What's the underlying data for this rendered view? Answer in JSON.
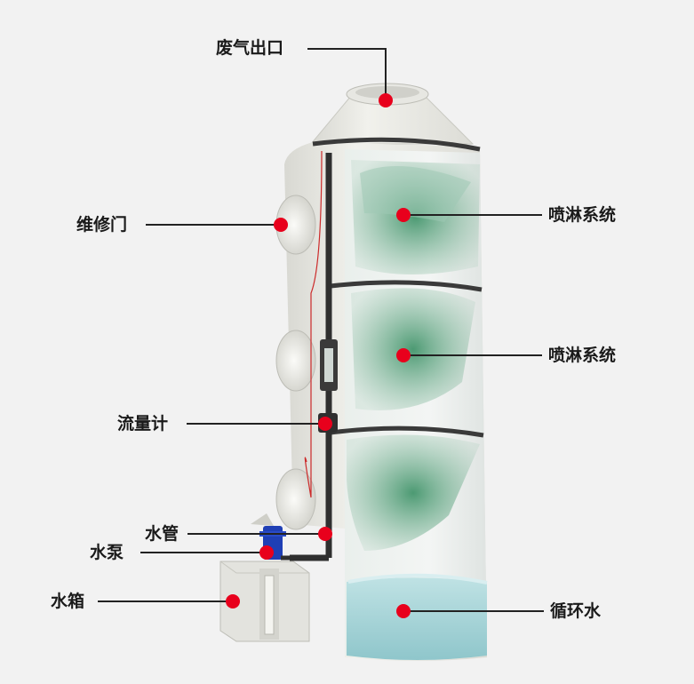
{
  "callouts": {
    "exhaust_outlet": "废气出口",
    "spray_system_upper": "喷淋系统",
    "maintenance_door": "维修门",
    "spray_system_middle": "喷淋系统",
    "flow_meter": "流量计",
    "water_pipe": "水管",
    "water_pump": "水泵",
    "water_tank": "水箱",
    "circulating_water": "循环水"
  },
  "colors": {
    "background": "#f2f2f2",
    "marker": "#e8001c",
    "leader": "#222222",
    "tower_body": "#ebebe6",
    "spray_mist": "#3f8f6a",
    "water": "#a9d4d8",
    "pump": "#1f3fb5"
  }
}
